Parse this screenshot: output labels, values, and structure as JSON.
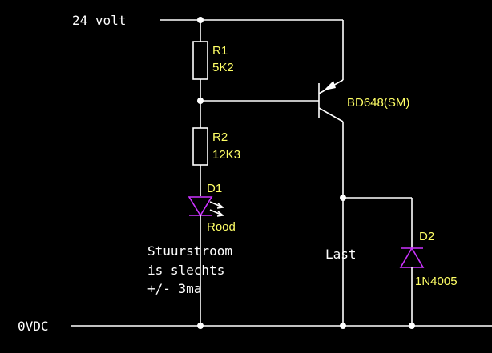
{
  "labels": {
    "supply": "24 volt",
    "ground": "0VDC",
    "load": "Last",
    "note_line1": "Stuurstroom",
    "note_line2": "is slechts",
    "note_line3": "+/- 3ma"
  },
  "components": {
    "r1": {
      "name": "R1",
      "value": "5K2"
    },
    "r2": {
      "name": "R2",
      "value": "12K3"
    },
    "d1": {
      "name": "D1",
      "value": "Rood"
    },
    "q1": {
      "value": "BD648(SM)"
    },
    "d2": {
      "name": "D2",
      "value": "1N4005"
    }
  },
  "colors": {
    "background": "#000000",
    "wire": "#ffffff",
    "component_label": "#ffff66",
    "diode": "#cc33ff"
  }
}
